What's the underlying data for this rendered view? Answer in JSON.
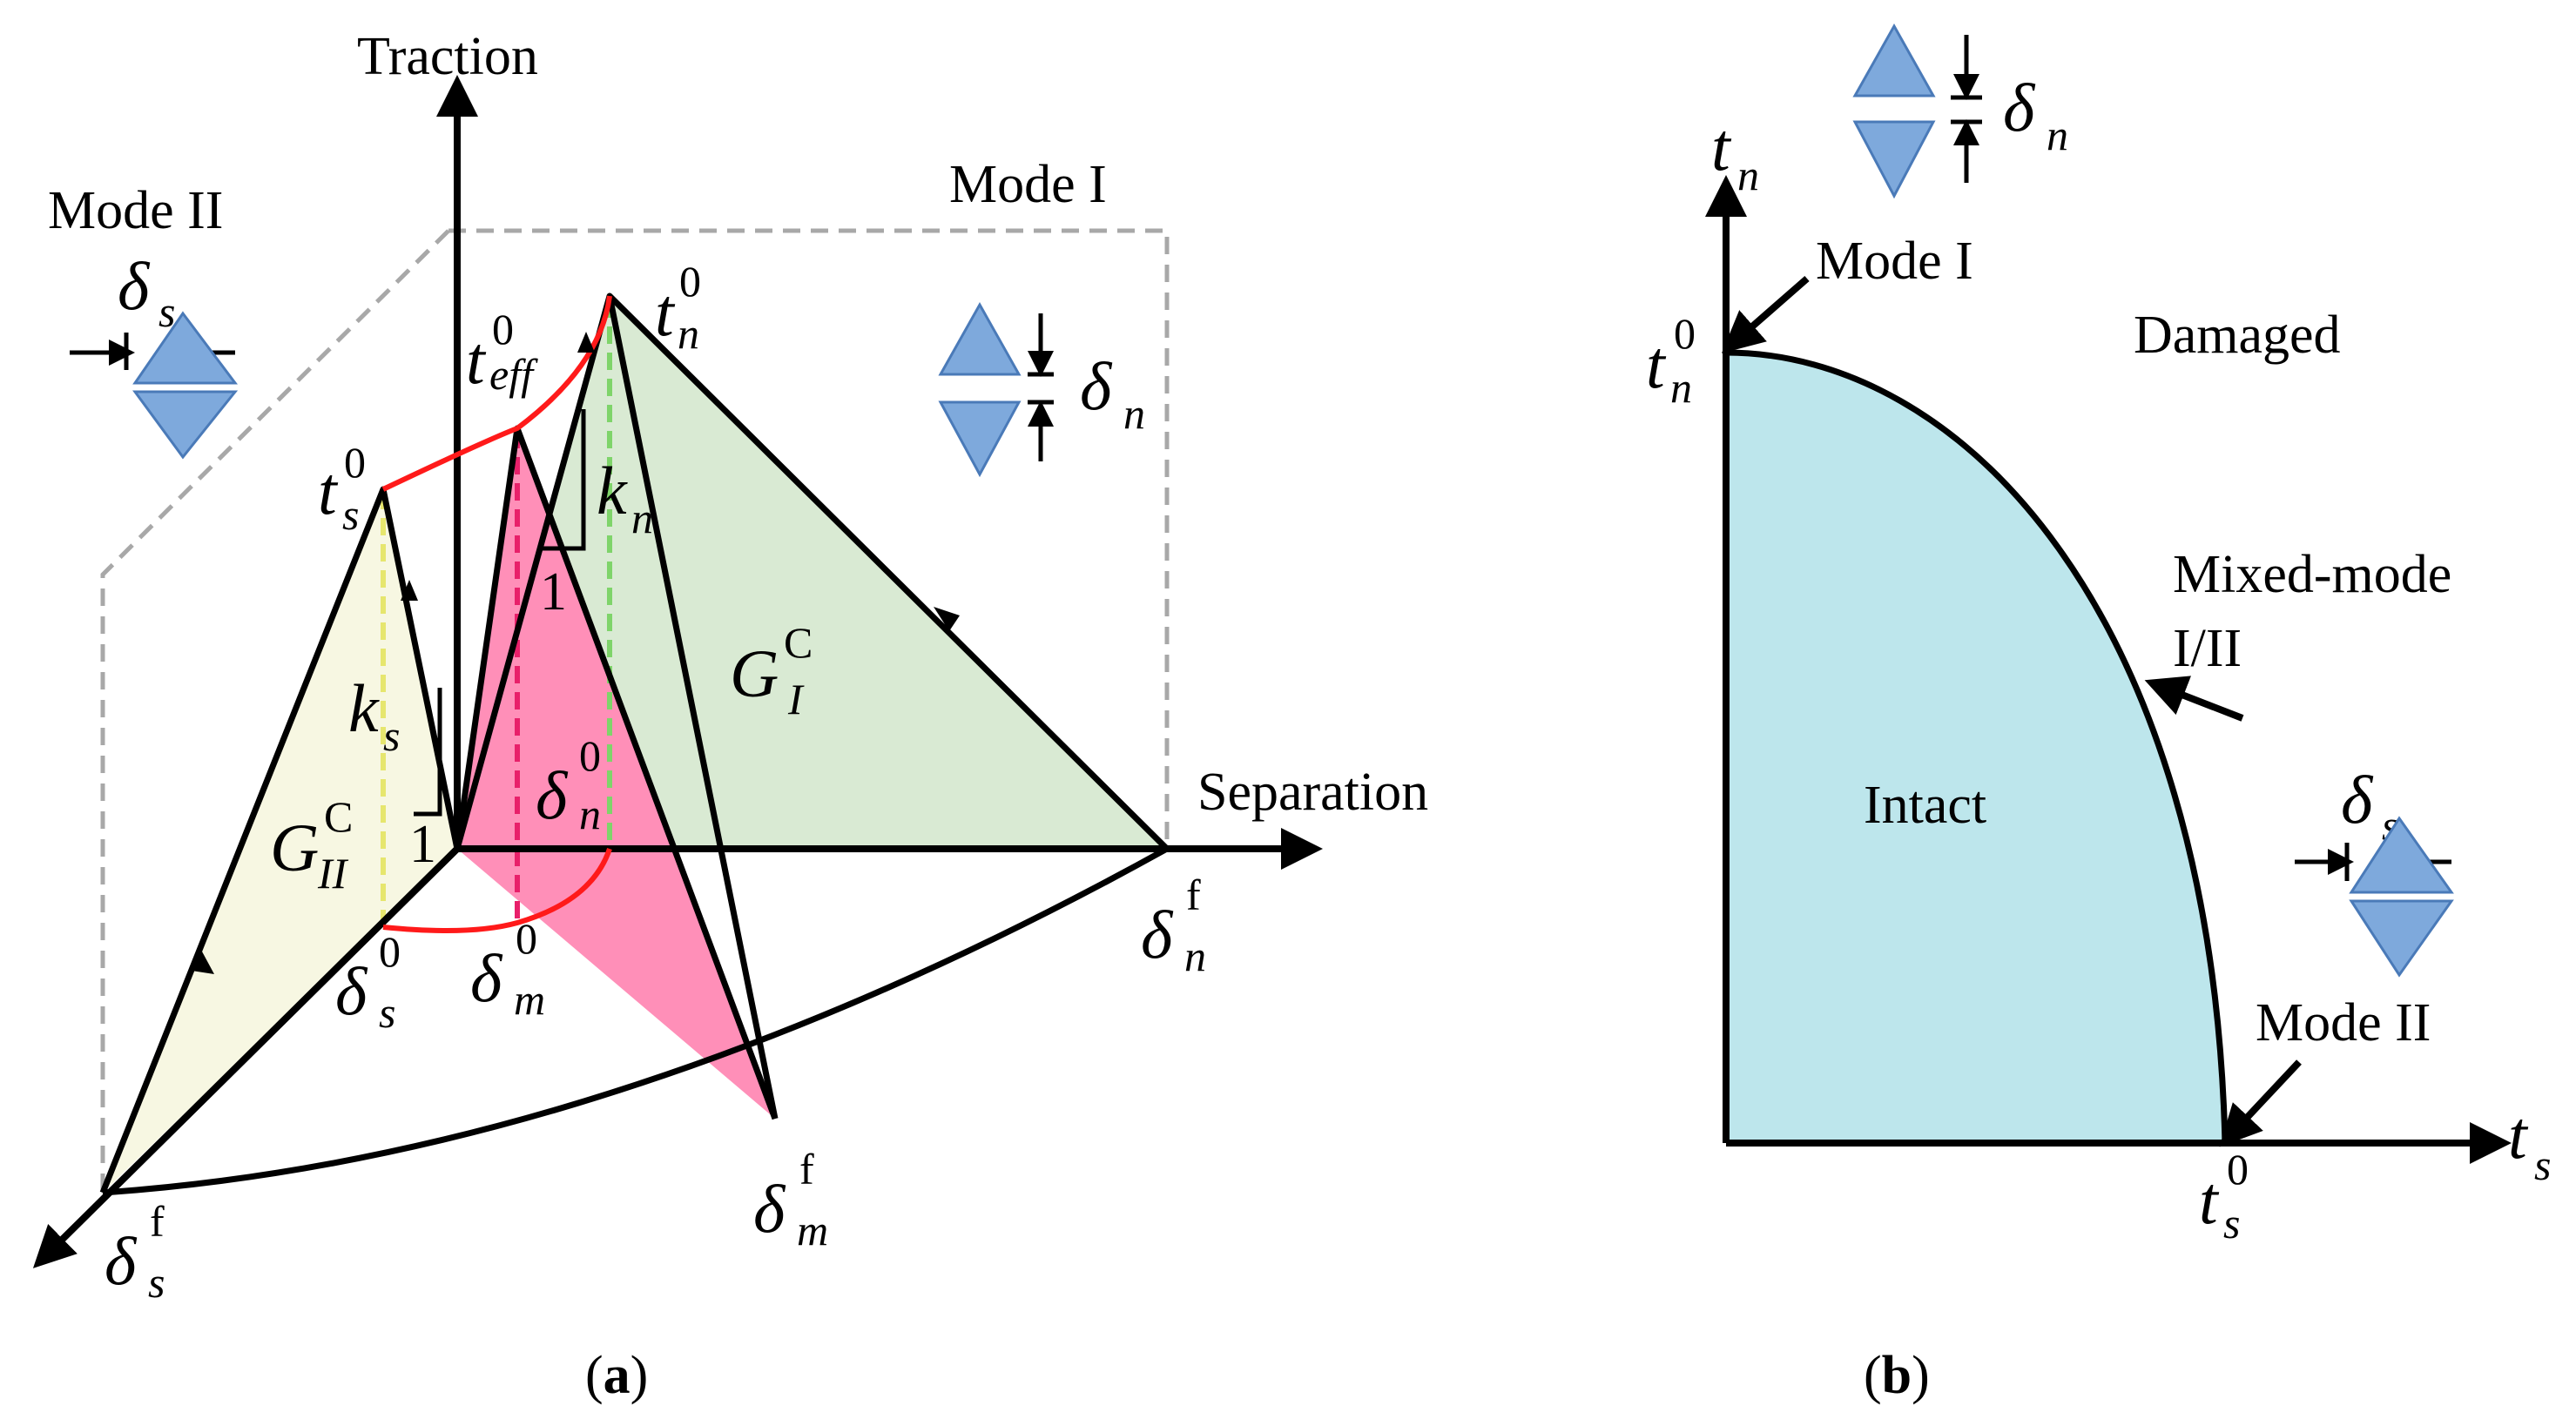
{
  "panel_a": {
    "caption_open": "(",
    "caption_letter": "a",
    "caption_close": ")",
    "traction_label": "Traction",
    "separation_label": "Separation",
    "mode_ii_label": "Mode II",
    "mode_i_label": "Mode I",
    "t": "t",
    "delta": "δ",
    "k": "k",
    "G": "G",
    "sup_zero": "0",
    "sup_f": "f",
    "sup_C": "C",
    "sub_n": "n",
    "sub_s": "s",
    "sub_m": "m",
    "sub_eff": "eff",
    "sub_I": "I",
    "sub_II": "II",
    "slope_one": "1",
    "colors": {
      "mode_i_area": "#d9ead3",
      "mode_ii_area": "#f7f7e2",
      "mixed_area": "#ff8fb8",
      "envelope": "#ff1a1a",
      "guide_dash": "#a8a8a8",
      "green_dash": "#7fd46a",
      "yellow_dash": "#e6e66e",
      "pink_dash": "#e8206a"
    }
  },
  "panel_b": {
    "caption_open": "(",
    "caption_letter": "b",
    "caption_close": ")",
    "mode_i_label": "Mode I",
    "damaged_label": "Damaged",
    "mixed_label_1": "Mixed-mode",
    "mixed_label_2": "I/II",
    "intact_label": "Intact",
    "mode_ii_label": "Mode II",
    "t": "t",
    "delta": "δ",
    "sub_n": "n",
    "sub_s": "s",
    "sup_zero": "0",
    "colors": {
      "intact_fill": "#bde6ec"
    }
  },
  "icons": {
    "triangle_color": "#7ea9dc",
    "triangle_stroke": "#4a7ab8"
  }
}
